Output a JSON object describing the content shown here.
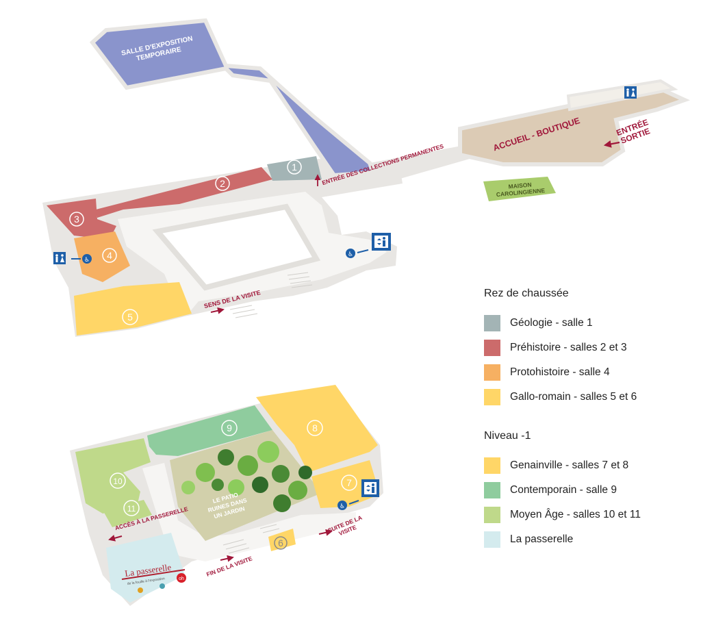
{
  "colors": {
    "geologie": "#a3b4b5",
    "prehistoire": "#cc6b6b",
    "protohistoire": "#f6b062",
    "gallo_romain": "#ffd667",
    "genainville": "#ffd667",
    "contemporain": "#8fcc9e",
    "moyen_age": "#bfd98a",
    "passerelle": "#d4ebee",
    "expo": "#8a94cc",
    "accueil": "#dccbb5",
    "maison": "#a9cc6c",
    "wall": "#e8e6e3",
    "floor": "#f6f5f3",
    "accent": "#a0173a",
    "icon": "#1e5fa8"
  },
  "labels": {
    "salle_expo": [
      "SALLE D'EXPOSITION",
      "TEMPORAIRE"
    ],
    "accueil": "ACCUEIL - BOUTIQUE",
    "entree_sortie": [
      "ENTRÉE",
      "SORTIE"
    ],
    "maison": [
      "MAISON",
      "CAROLINGIENNE"
    ],
    "entree_collections": "ENTRÉE DES COLLECTIONS PERMANENTES",
    "sens_visite": "SENS DE LA VISITE",
    "patio": [
      "LE PATIO",
      "RUINES DANS",
      "UN JARDIN"
    ],
    "acces_passerelle": "ACCÈS À LA PASSERELLE",
    "suite_visite": [
      "SUITE DE LA",
      "VISITE"
    ],
    "fin_visite": "FIN DE LA VISITE",
    "passerelle_logo": "La passerelle",
    "passerelle_tagline": "de la fouille à l'exposition",
    "passerelle_badge": "oh"
  },
  "rooms": [
    "1",
    "2",
    "3",
    "4",
    "5",
    "6",
    "7",
    "8",
    "9",
    "10",
    "11"
  ],
  "legend": {
    "rdc": {
      "title": "Rez de chaussée",
      "items": [
        {
          "color_key": "geologie",
          "label": "Géologie -  salle 1"
        },
        {
          "color_key": "prehistoire",
          "label": "Préhistoire - salles 2 et 3"
        },
        {
          "color_key": "protohistoire",
          "label": "Protohistoire -  salle 4"
        },
        {
          "color_key": "gallo_romain",
          "label": "Gallo-romain -  salles 5 et 6"
        }
      ]
    },
    "niveau": {
      "title": "Niveau -1",
      "items": [
        {
          "color_key": "genainville",
          "label": "Genainville - salles 7 et 8"
        },
        {
          "color_key": "contemporain",
          "label": "Contemporain -  salle 9"
        },
        {
          "color_key": "moyen_age",
          "label": "Moyen Âge - salles 10 et 11"
        },
        {
          "color_key": "passerelle",
          "label": "La passerelle"
        }
      ]
    }
  }
}
